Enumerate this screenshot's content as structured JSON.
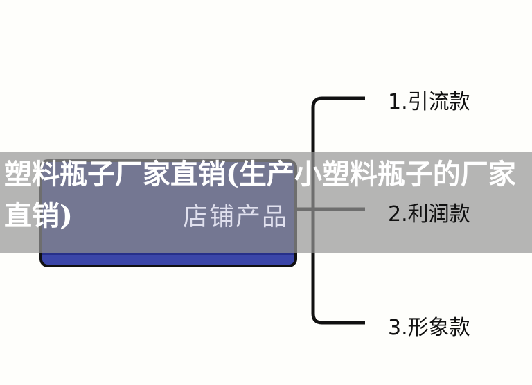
{
  "diagram": {
    "root": "店铺产品",
    "branches": [
      "1.引流款",
      "2.利润款",
      "3.形象款"
    ]
  },
  "overlay": {
    "title": "塑料瓶子厂家直销(生产小塑料瓶子的厂家直销)"
  }
}
